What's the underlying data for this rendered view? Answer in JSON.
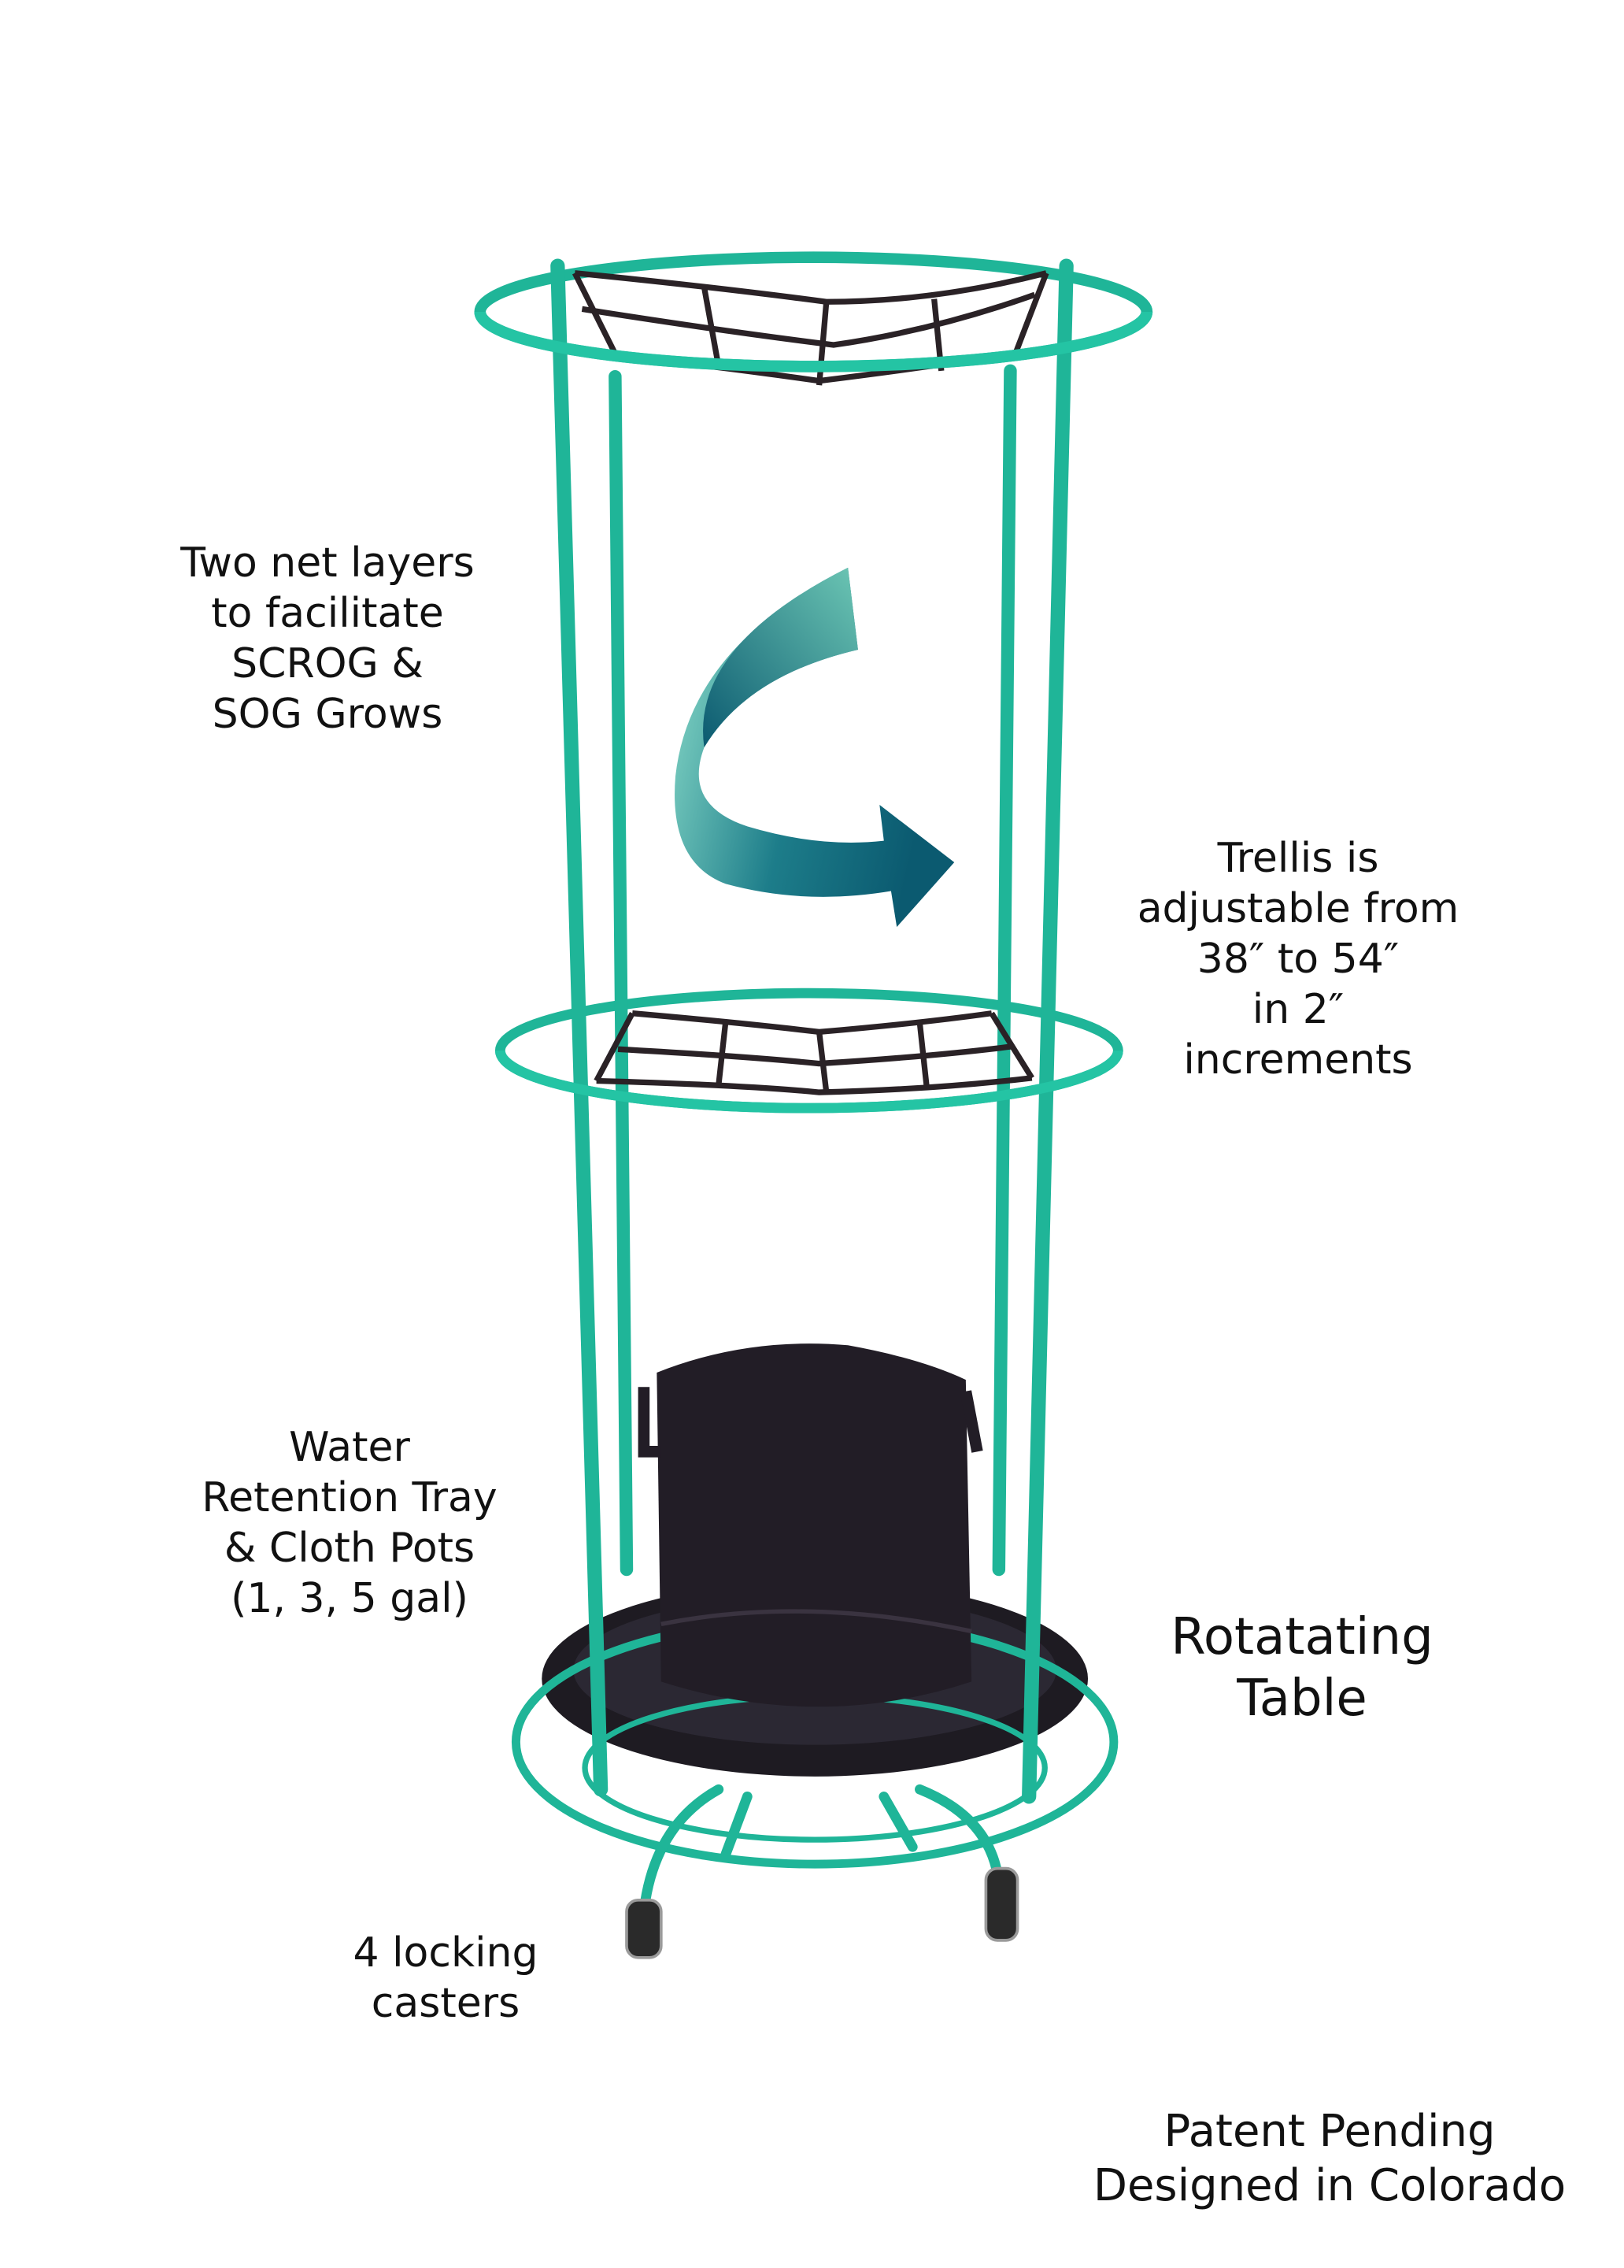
{
  "colors": {
    "frame": "#1fb598",
    "net": "#2a2226",
    "pot": "#221d26",
    "tray": "#1e1b22",
    "arrow_dark": "#0b5a70",
    "arrow_light": "#8fe0cc"
  },
  "captions": {
    "nets": [
      "Two net layers",
      "to facilitate",
      "SCROG &",
      "SOG Grows"
    ],
    "trellis": [
      "Trellis is",
      "adjustable from",
      "38″ to 54″",
      "in 2″",
      "increments"
    ],
    "tray": [
      "Water",
      "Retention Tray",
      "& Cloth Pots",
      "(1, 3, 5 gal)"
    ],
    "table": [
      "Rotatating",
      "Table"
    ],
    "casters": [
      "4 locking",
      "casters"
    ],
    "patent": [
      "Patent Pending",
      "Designed in Colorado"
    ]
  }
}
